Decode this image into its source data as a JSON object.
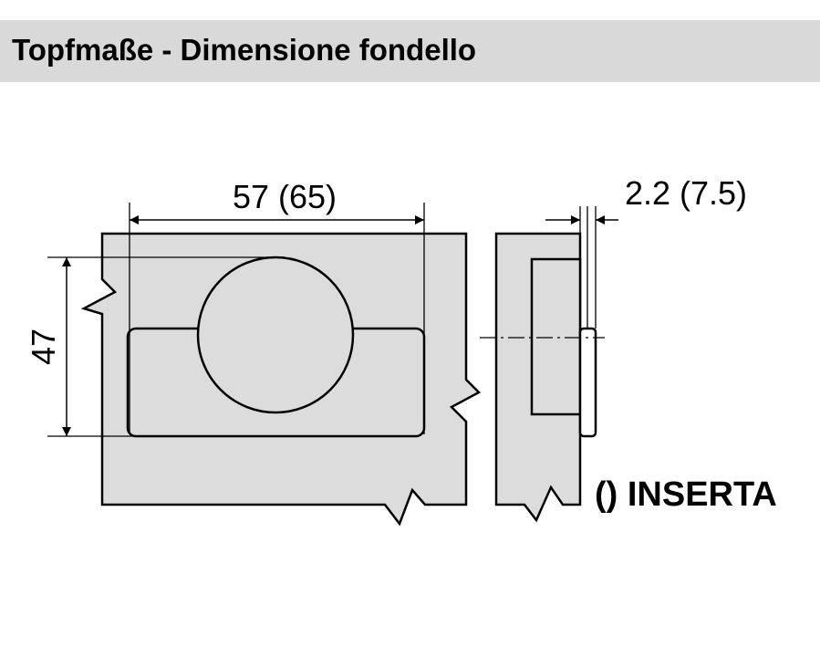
{
  "header": {
    "title": "Topfmaße - Dimensione fondello"
  },
  "diagram": {
    "width_label": "57 (65)",
    "height_label": "47",
    "depth_label": "2.2 (7.5)",
    "note": "() INSERTA"
  },
  "colors": {
    "panel_fill": "#dcdcdc",
    "header_fill": "#d9d9d9",
    "line": "#000000"
  }
}
